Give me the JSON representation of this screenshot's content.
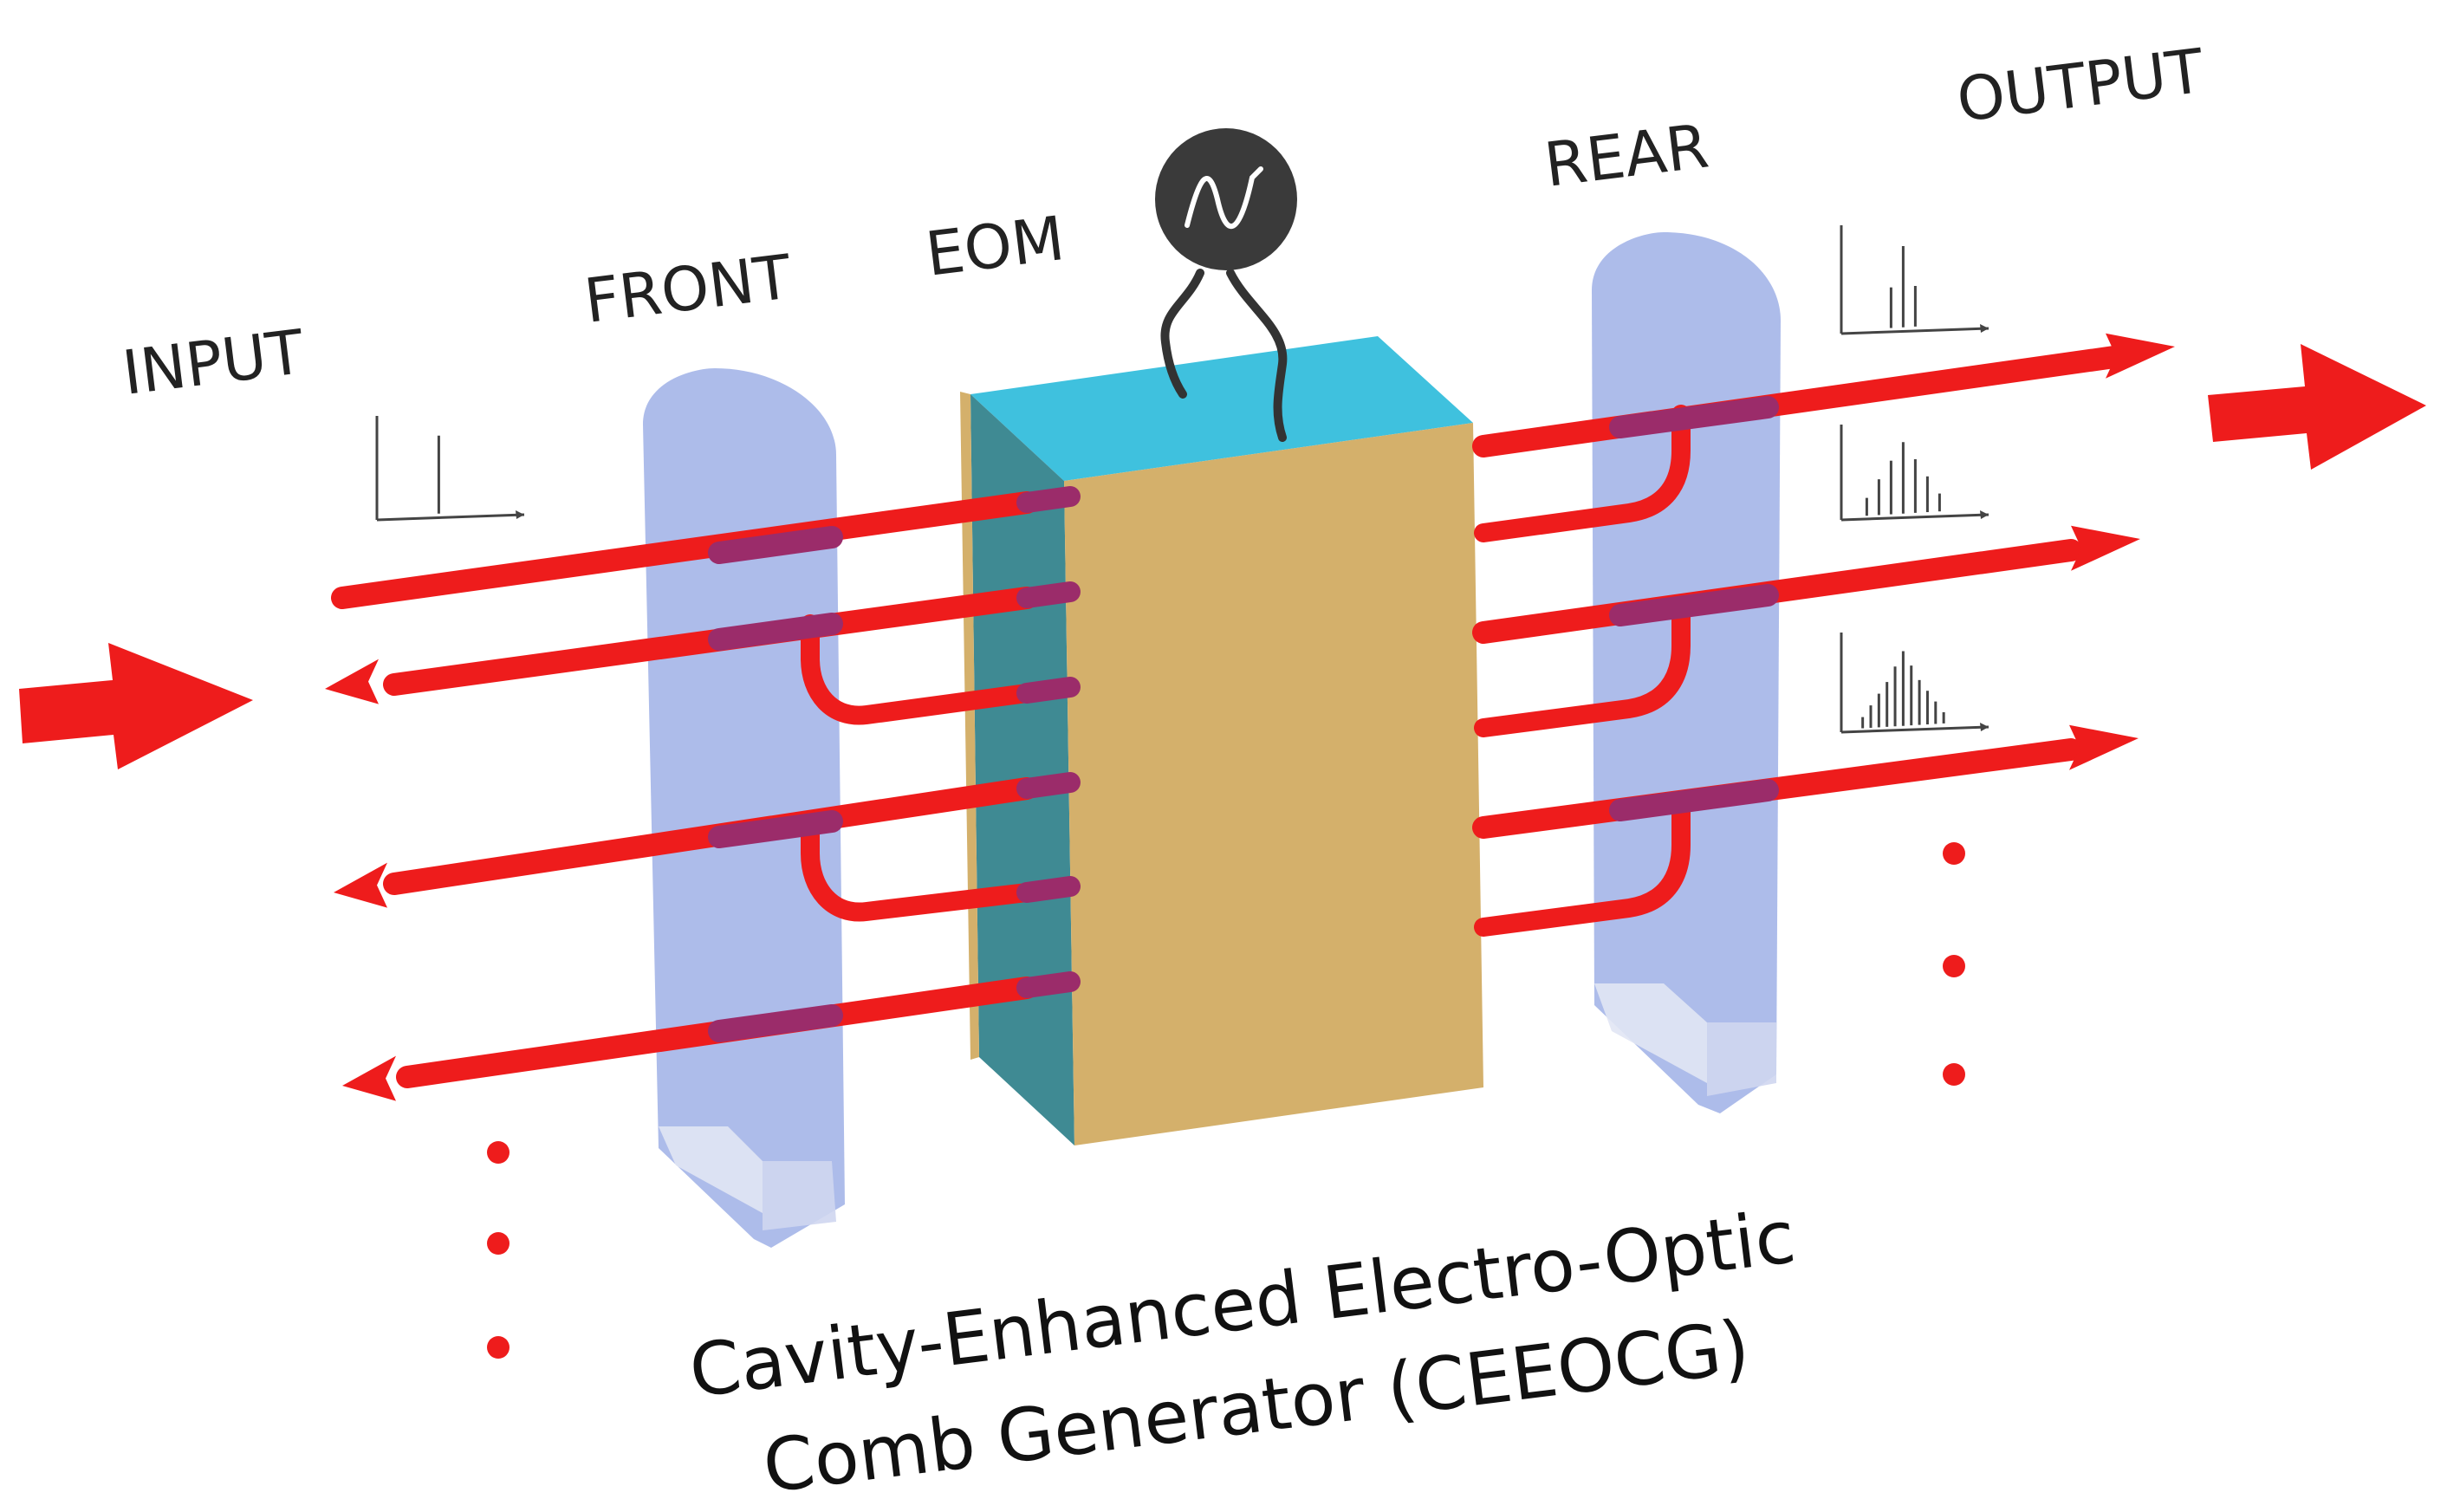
{
  "labels": {
    "input": "INPUT",
    "front": "FRONT",
    "eom": "EOM",
    "rear": "REAR",
    "output": "OUTPUT",
    "caption_line1": "Cavity-Enhanced Electro-Optic",
    "caption_line2": "Comb Generator (CEEOCG)"
  },
  "colors": {
    "beam": "#ee1c1c",
    "beam_inside_mirror": "#9b2c6a",
    "mirror": "#a6b6e8",
    "eom_face": "#d4b06b",
    "eom_side": "#3f8a93",
    "eom_top": "#3fc1de",
    "signal_source": "#333333"
  },
  "icons": {
    "signal_source": "sine-wave-icon",
    "input_arrow": "right-arrow-icon",
    "output_arrow": "right-arrow-icon"
  },
  "spectra": {
    "input": [
      1
    ],
    "output_1": [
      0.5,
      1,
      0.5
    ],
    "output_2": [
      0.25,
      0.5,
      0.75,
      1,
      0.75,
      0.5,
      0.25
    ],
    "output_3": [
      0.15,
      0.3,
      0.45,
      0.6,
      0.8,
      1,
      0.8,
      0.6,
      0.45,
      0.3,
      0.15
    ]
  }
}
